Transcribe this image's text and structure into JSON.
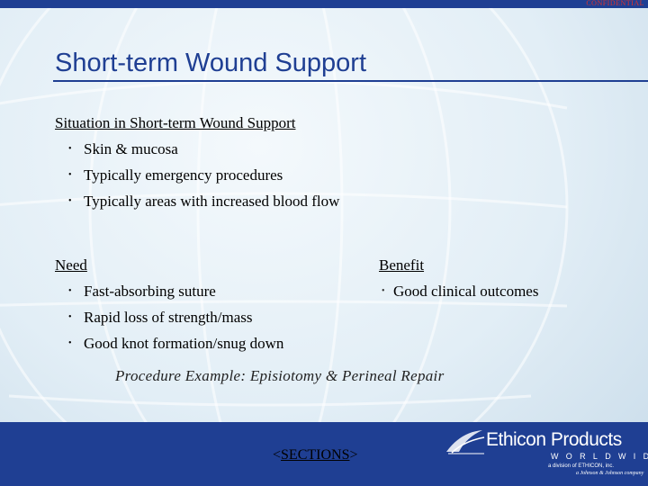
{
  "header": {
    "confidential": "CONFIDENTIAL"
  },
  "slide": {
    "title": "Short-term Wound Support",
    "situation": {
      "heading": "Situation in Short-term Wound Support",
      "items": [
        "Skin & mucosa",
        "Typically emergency procedures",
        "Typically areas with increased blood flow"
      ]
    },
    "need": {
      "heading": "Need",
      "items": [
        "Fast-absorbing suture",
        "Rapid loss of strength/mass",
        "Good knot formation/snug down"
      ]
    },
    "benefit": {
      "heading": "Benefit",
      "items": [
        "Good clinical outcomes"
      ]
    },
    "example": "Procedure Example: Episiotomy & Perineal Repair"
  },
  "footer": {
    "sections_open": "<",
    "sections_link": "SECTIONS",
    "sections_close": ">",
    "logo": {
      "name": "Ethicon Products",
      "subtitle": "WORLDWIDE",
      "division": "a division of ETHICON, inc.",
      "parent": "a Johnson & Johnson company"
    }
  },
  "icons": {
    "bullet": "•",
    "logo_mark": "ethicon-swoosh-icon"
  },
  "colors": {
    "brand_blue": "#1f3f93",
    "confidential_red": "#e0322a"
  }
}
